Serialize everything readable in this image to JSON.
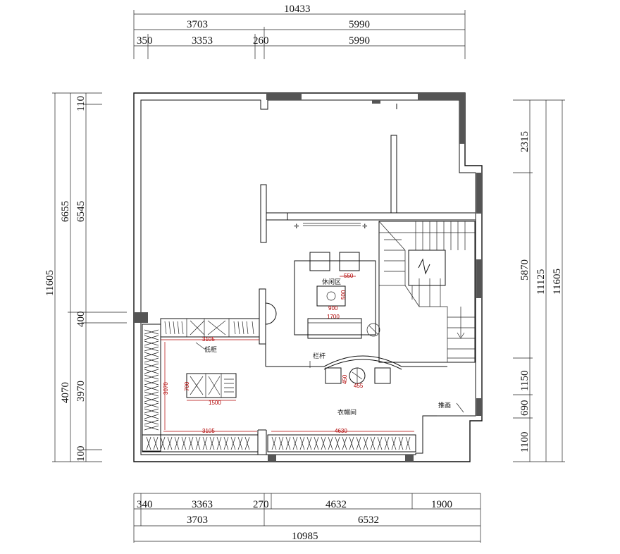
{
  "dimensions": {
    "top_total": "10433",
    "top_row2": [
      "3703",
      "5990"
    ],
    "top_row3": [
      "350",
      "3353",
      "260",
      "5990"
    ],
    "bottom_row1": [
      "340",
      "3363",
      "270",
      "4632",
      "1900"
    ],
    "bottom_row2": [
      "3703",
      "6532"
    ],
    "bottom_total": "10985",
    "left_outer": "11605",
    "left_mid": [
      "6655",
      "4070"
    ],
    "left_inner": [
      "110",
      "6545",
      "400",
      "3970",
      "100"
    ],
    "right_inner": [
      "2315",
      "5870",
      "1150",
      "690",
      "1100"
    ],
    "right_mid": "11125",
    "right_outer": "11605"
  },
  "labels": {
    "leisure_area": "休闲区",
    "low_cabinet": "低柜",
    "railing": "栏杆",
    "wardrobe": "衣帽间",
    "sliding_door": "推画"
  },
  "measurements": {
    "coffee_table_w": "550",
    "table_depth": "500",
    "table_w": "900",
    "sofa_w": "1700",
    "cabinet_len": "3105",
    "side_cabinet": "3070",
    "island_depth": "700",
    "island_len": "1500",
    "chair_depth": "450",
    "round_table": "455",
    "bottom_cabinet": "3105",
    "bottom_wardrobe": "4630"
  }
}
